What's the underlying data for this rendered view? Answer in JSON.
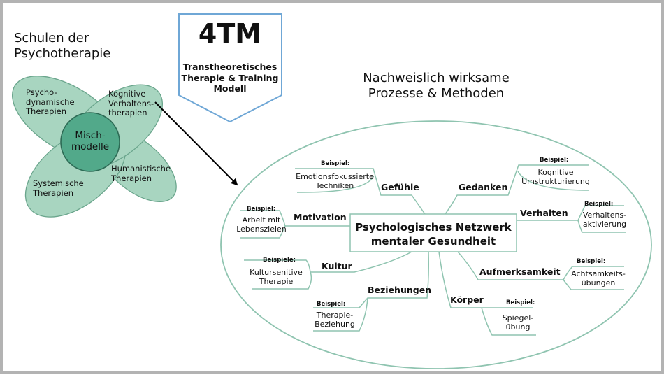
{
  "left": {
    "title": "Schulen der\nPsychotherapie",
    "schools": {
      "psychodynamic": "Psycho-\ndynamische\nTherapien",
      "cognitive": "Kognitive\nVerhaltens-\ntherapien",
      "systemic": "Systemische\nTherapien",
      "humanistic": "Humanistische\nTherapien",
      "mixed": "Misch-\nmodelle"
    }
  },
  "badge": {
    "title": "4TM",
    "subtitle": "Transtheoretisches\nTherapie & Training\nModell"
  },
  "right": {
    "title": "Nachweislich wirksame\nProzesse & Methoden",
    "center": "Psychologisches Netzwerk\nmentaler Gesundheit",
    "branches": {
      "feelings": {
        "label": "Gefühle",
        "example_label": "Beispiel:",
        "example": "Emotionsfokussierte\nTechniken"
      },
      "thoughts": {
        "label": "Gedanken",
        "example_label": "Beispiel:",
        "example": "Kognitive\nUmstrukturierung"
      },
      "behavior": {
        "label": "Verhalten",
        "example_label": "Beispiel:",
        "example": "Verhaltens-\naktivierung"
      },
      "motivation": {
        "label": "Motivation",
        "example_label": "Beispiel:",
        "example": "Arbeit mit\nLebenszielen"
      },
      "culture": {
        "label": "Kultur",
        "example_label": "Beispiele:",
        "example": "Kultursenitive\nTherapie"
      },
      "attention": {
        "label": "Aufmerksamkeit",
        "example_label": "Beispiel:",
        "example": "Achtsamkeits-\nübungen"
      },
      "relationships": {
        "label": "Beziehungen",
        "example_label": "Beispiel:",
        "example": "Therapie-\nBeziehung"
      },
      "body": {
        "label": "Körper",
        "example_label": "Beispiel:",
        "example": "Spiegel-\nübung"
      }
    }
  },
  "colors": {
    "ellipse_fill": "#a8d5c0",
    "ellipse_stroke": "#6aa58c",
    "center_circle_fill": "#52a98a",
    "badge_stroke": "#6fa7d6",
    "network_line": "#8fc4b0",
    "frame": "#b3b3b3"
  }
}
